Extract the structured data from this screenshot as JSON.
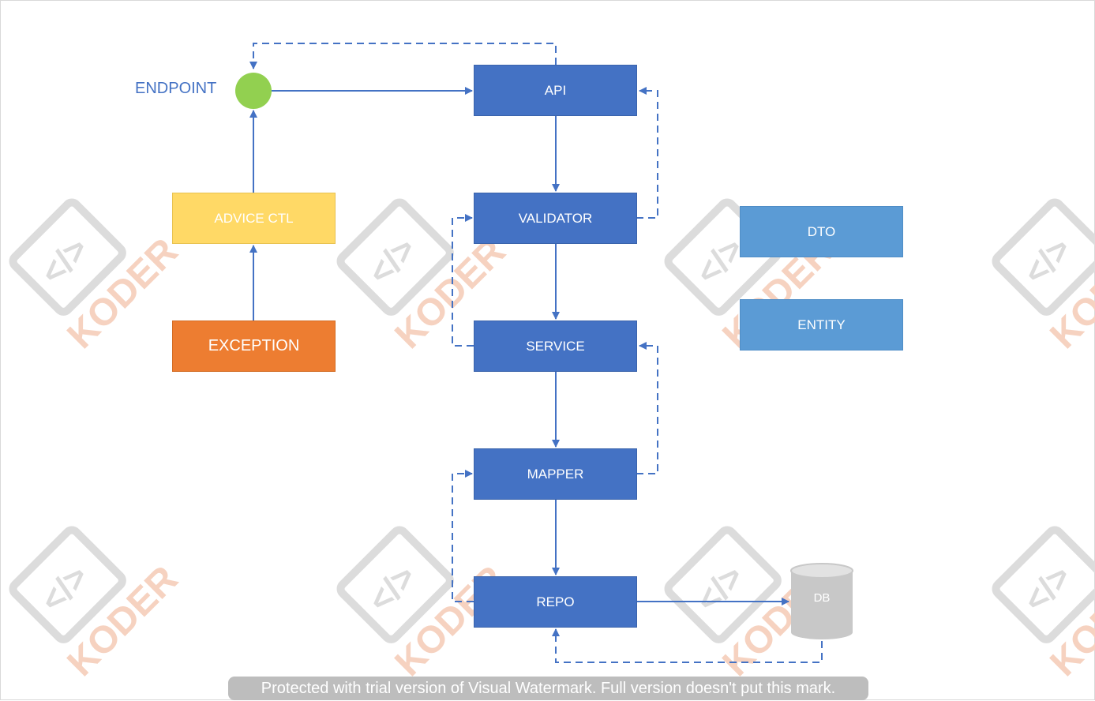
{
  "diagram": {
    "endpoint_label": "ENDPOINT",
    "boxes": {
      "api": "API",
      "validator": "VALIDATOR",
      "service": "SERVICE",
      "mapper": "MAPPER",
      "repo": "REPO",
      "advice": "ADVICE CTL",
      "exception": "EXCEPTION",
      "dto": "DTO",
      "entity": "ENTITY",
      "db": "DB"
    },
    "colors": {
      "primary": "#4472c4",
      "light_blue": "#5b9bd5",
      "yellow": "#ffd966",
      "orange": "#ed7d31",
      "endpoint_dot": "#92d050",
      "db": "#c8c8c8"
    }
  },
  "watermark": {
    "logo_text": "KODER",
    "notice": "Protected with trial version of Visual Watermark. Full version doesn't put this mark."
  }
}
